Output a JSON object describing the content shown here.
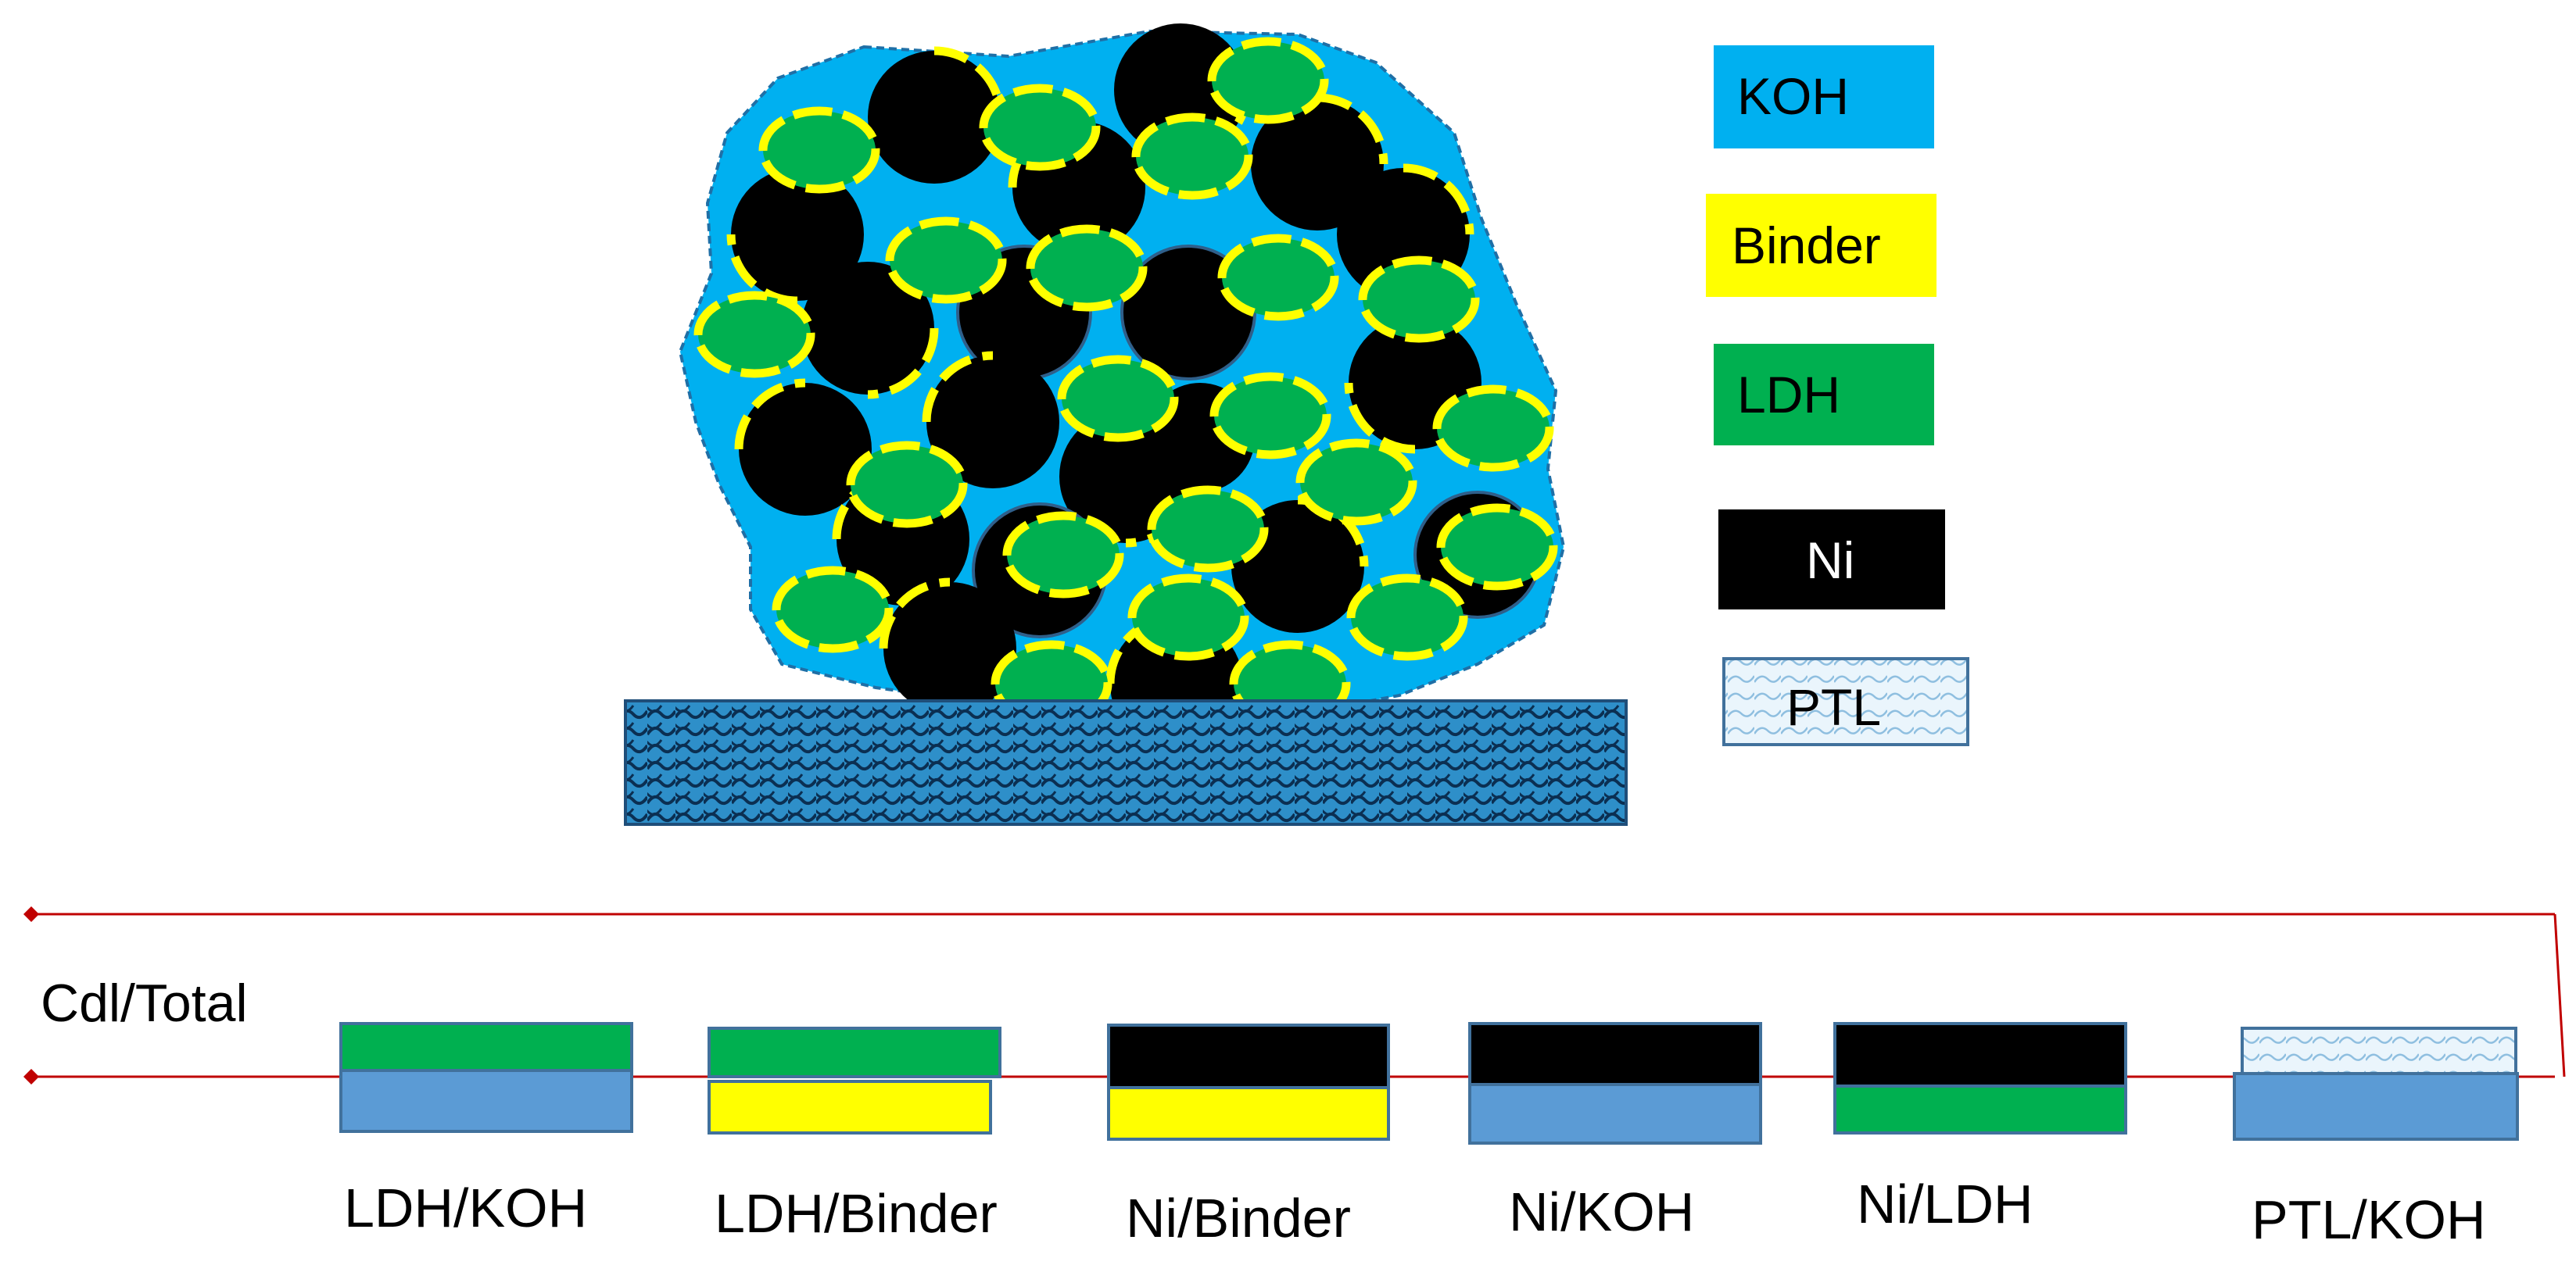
{
  "colors": {
    "koh": "#00b0f0",
    "binder": "#ffff00",
    "ldh": "#00b050",
    "ni": "#000000",
    "ptl_fill": "#e8f4fb",
    "substrate": "#2e8fc9",
    "koh_block": "#5b9bd5",
    "red_line": "#c00000",
    "box_stroke": "#41719c"
  },
  "legend": [
    {
      "key": "koh",
      "label": "KOH",
      "text_color": "#000000",
      "icon": "koh-swatch"
    },
    {
      "key": "binder",
      "label": "Binder",
      "text_color": "#000000",
      "icon": "binder-swatch"
    },
    {
      "key": "ldh",
      "label": "LDH",
      "text_color": "#000000",
      "icon": "ldh-swatch"
    },
    {
      "key": "ni",
      "label": "Ni",
      "text_color": "#ffffff",
      "icon": "ni-swatch"
    },
    {
      "key": "ptl",
      "label": "PTL",
      "text_color": "#000000",
      "icon": "ptl-swatch"
    }
  ],
  "axis_label": "Cdl/Total",
  "interfaces": [
    {
      "label": "LDH/KOH",
      "top": "ldh",
      "bottom": "koh_block"
    },
    {
      "label": "LDH/Binder",
      "top": "ldh",
      "bottom": "binder"
    },
    {
      "label": "Ni/Binder",
      "top": "ni",
      "bottom": "binder"
    },
    {
      "label": "Ni/KOH",
      "top": "ni",
      "bottom": "koh_block"
    },
    {
      "label": "Ni/LDH",
      "top": "ni",
      "bottom": "ldh"
    },
    {
      "label": "PTL/KOH",
      "top": "ptl",
      "bottom": "koh_block"
    }
  ]
}
